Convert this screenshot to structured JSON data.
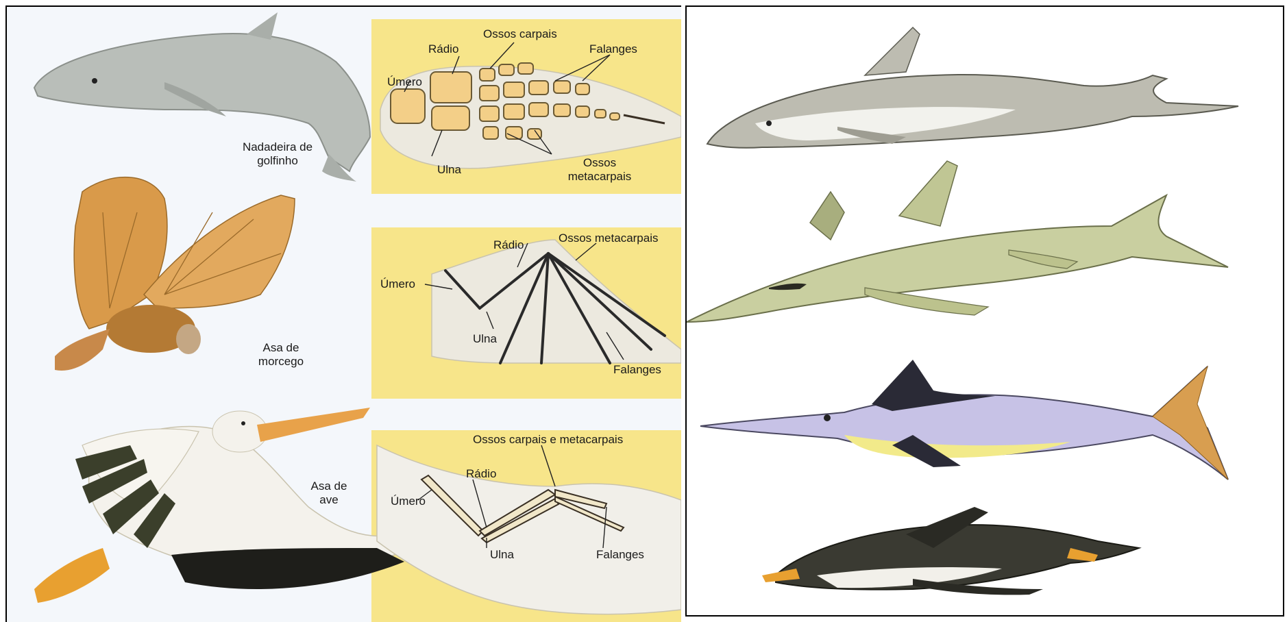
{
  "left_panel": {
    "dolphin": {
      "caption_line1": "Nadadeira de",
      "caption_line2": "golfinho",
      "labels": {
        "umero": "Úmero",
        "radio": "Rádio",
        "carpais": "Ossos carpais",
        "falanges": "Falanges",
        "ulna": "Ulna",
        "metacarpais_line1": "Ossos",
        "metacarpais_line2": "metacarpais"
      }
    },
    "bat": {
      "caption_line1": "Asa de",
      "caption_line2": "morcego",
      "labels": {
        "radio": "Rádio",
        "metacarpais": "Ossos metacarpais",
        "umero": "Úmero",
        "ulna": "Ulna",
        "falanges": "Falanges"
      }
    },
    "bird": {
      "caption_line1": "Asa de",
      "caption_line2": "ave",
      "labels": {
        "carpais_metacarpais": "Ossos carpais e metacarpais",
        "radio": "Rádio",
        "umero": "Úmero",
        "ulna": "Ulna",
        "falanges": "Falanges"
      }
    }
  },
  "colors": {
    "panel_bg": "#f4f7fb",
    "bone_box": "#f7e58a",
    "bone": "#f3cf88",
    "dolphin": "#b9beb9",
    "bat": "#d99a4a",
    "ichthyosaur": "#c9cfa0",
    "swordfish": "#c7c2e6",
    "penguin": "#3a3a32"
  }
}
